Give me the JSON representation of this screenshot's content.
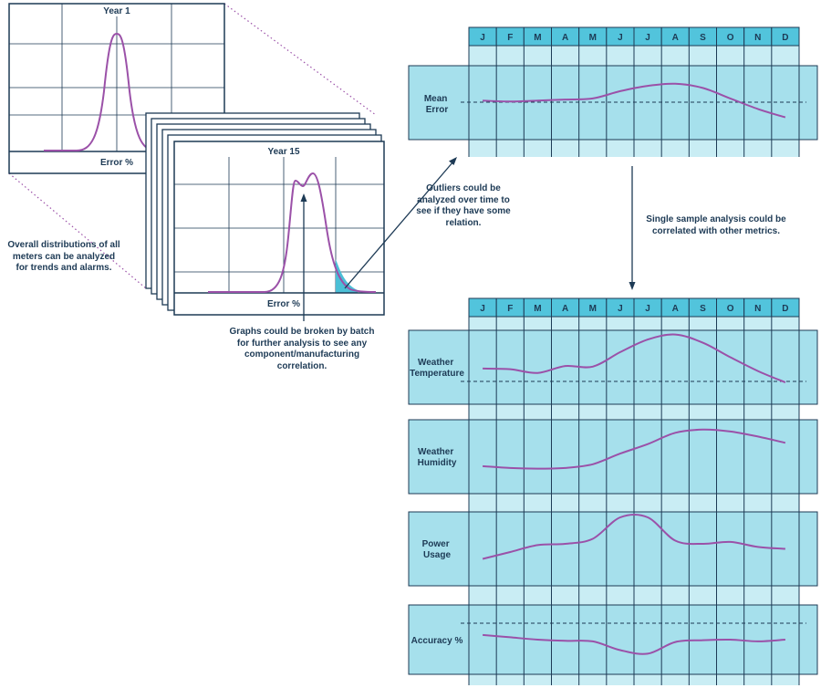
{
  "colors": {
    "navy": "#1d3a55",
    "line": "#9b51a8",
    "band": "#a6e0ec",
    "band_light": "#c9edf4",
    "highlight": "#4bbfd6",
    "header": "#52c4dc"
  },
  "histograms": {
    "year1": {
      "title": "Year 1",
      "xlabel": "Error %"
    },
    "year15": {
      "title": "Year 15",
      "xlabel": "Error %"
    }
  },
  "months": [
    "J",
    "F",
    "M",
    "A",
    "M",
    "J",
    "J",
    "A",
    "S",
    "O",
    "N",
    "D"
  ],
  "notes": {
    "overall": "Overall distributions of all meters can be analyzed for trends and alarms.",
    "outliers": "Outliers could be analyzed over time to see if they have some relation.",
    "batch": "Graphs could be broken by batch for further analysis to see any component/manufacturing correlation.",
    "single_sample": "Single sample analysis could be correlated with other metrics."
  },
  "chart_data": [
    {
      "type": "line",
      "title": "",
      "x": [
        "J",
        "F",
        "M",
        "A",
        "M",
        "J",
        "J",
        "A",
        "S",
        "O",
        "N",
        "D"
      ],
      "series": [
        {
          "name": "Mean Error",
          "values": [
            0.2,
            0.1,
            0.2,
            0.3,
            0.4,
            1.1,
            1.6,
            1.8,
            1.4,
            0.4,
            -0.6,
            -1.4
          ]
        }
      ],
      "ylim": [
        -3,
        3
      ],
      "dashed_reference": 1
    },
    {
      "type": "line",
      "title": "",
      "x": [
        "J",
        "F",
        "M",
        "A",
        "M",
        "J",
        "J",
        "A",
        "S",
        "O",
        "N",
        "D"
      ],
      "series": [
        {
          "name": "Weather Temperature",
          "values": [
            -0.2,
            -0.3,
            -0.9,
            0.2,
            0.1,
            2.4,
            4.4,
            5.2,
            3.9,
            1.6,
            -0.6,
            -2.4
          ]
        },
        {
          "name": "Weather Humidity",
          "values": [
            -1.5,
            -1.8,
            -1.9,
            -1.8,
            -1.2,
            0.5,
            2.0,
            3.8,
            4.3,
            4.0,
            3.2,
            2.2
          ]
        },
        {
          "name": "Power Usage",
          "values": [
            -1.6,
            -0.5,
            0.6,
            0.8,
            1.6,
            5.0,
            5.0,
            1.3,
            0.8,
            1.1,
            0.3,
            0.0
          ]
        },
        {
          "name": "Accuracy %",
          "values": [
            0.8,
            0.4,
            0.0,
            -0.2,
            -0.3,
            -1.8,
            -2.4,
            -0.4,
            -0.1,
            0.0,
            -0.3,
            0.0
          ]
        }
      ],
      "ylim": [
        -5,
        5
      ]
    }
  ]
}
